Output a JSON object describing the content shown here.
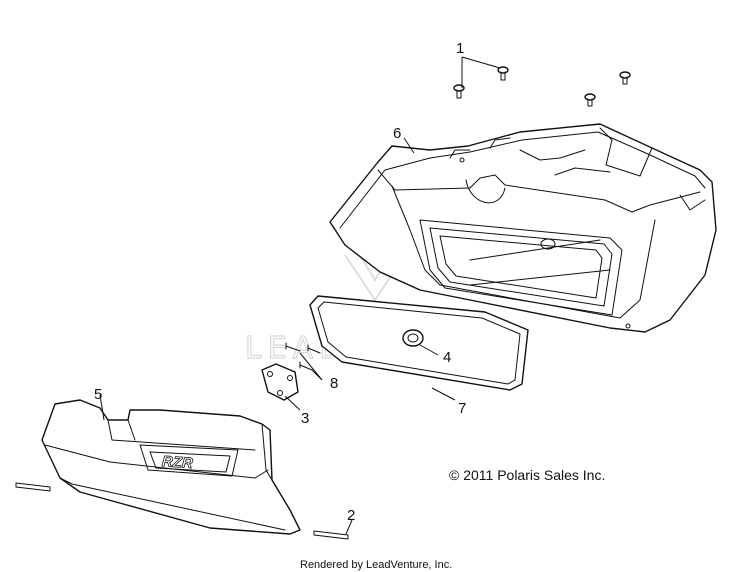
{
  "callouts": {
    "c1": "1",
    "c2": "2",
    "c3": "3",
    "c4": "4",
    "c5": "5",
    "c6": "6",
    "c7": "7",
    "c8": "8"
  },
  "copyright": "© 2011 Polaris Sales Inc.",
  "rendered_by": "Rendered by LeadVenture, Inc.",
  "watermark": "LEADVENTURE",
  "logo_text": "RZR"
}
